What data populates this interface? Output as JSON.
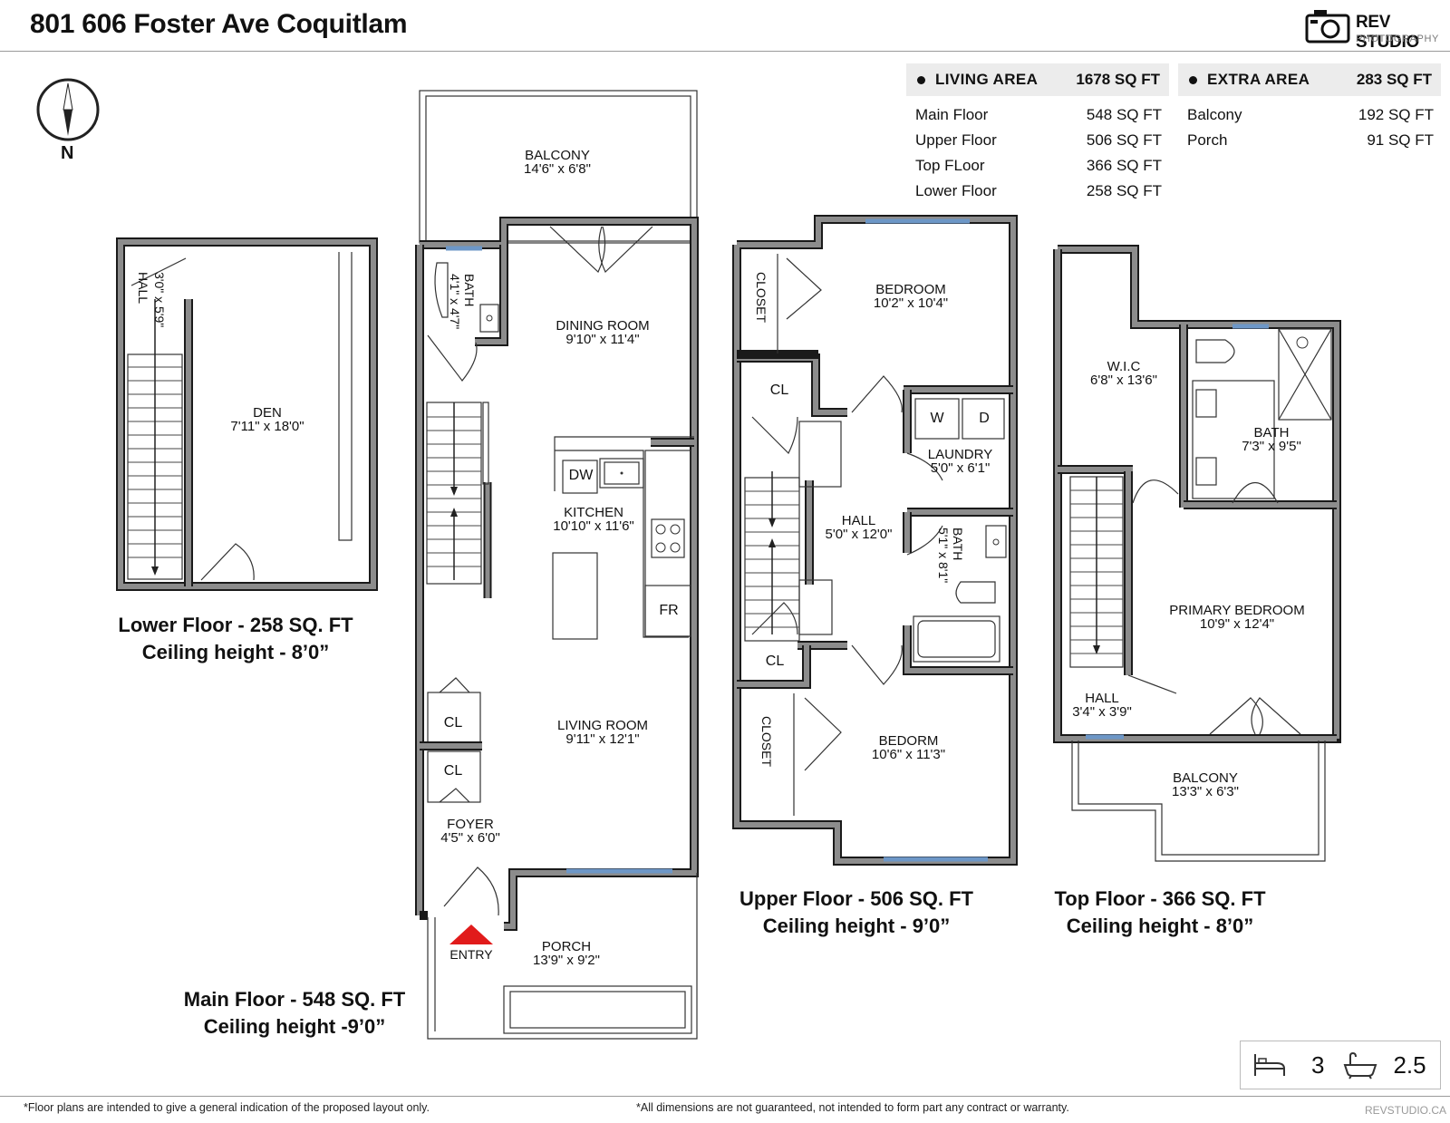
{
  "title": "801 606 Foster Ave Coquitlam",
  "logo": {
    "main": "REV STUDIO",
    "sub": "PHOTOGRAPHY"
  },
  "compass": {
    "label": "N"
  },
  "living_area": {
    "label": "LIVING AREA",
    "total": "1678 SQ FT",
    "rows": [
      {
        "name": "Main Floor",
        "value": "548 SQ FT"
      },
      {
        "name": "Upper Floor",
        "value": "506 SQ FT"
      },
      {
        "name": "Top FLoor",
        "value": "366 SQ FT"
      },
      {
        "name": "Lower Floor",
        "value": "258 SQ FT"
      }
    ]
  },
  "extra_area": {
    "label": "EXTRA AREA",
    "total": "283 SQ FT",
    "rows": [
      {
        "name": "Balcony",
        "value": "192 SQ FT"
      },
      {
        "name": "Porch",
        "value": "91 SQ FT"
      }
    ]
  },
  "lower_floor": {
    "caption": "Lower  Floor - 258 SQ. FT",
    "ceiling": "Ceiling height - 8’0”",
    "hall": {
      "name": "HALL",
      "dims": "3'0\" x 5'9\""
    },
    "den": {
      "name": "DEN",
      "dims": "7'11\" x 18'0\""
    }
  },
  "main_floor": {
    "caption": "Main Floor - 548 SQ. FT",
    "ceiling": "Ceiling height -9’0”",
    "balcony": {
      "name": "BALCONY",
      "dims": "14'6\" x 6'8\""
    },
    "bath": {
      "name": "BATH",
      "dims": "4'1\" x 4'7\""
    },
    "dining": {
      "name": "DINING ROOM",
      "dims": "9'10\" x 11'4\""
    },
    "kitchen": {
      "name": "KITCHEN",
      "dims": "10'10\" x 11'6\""
    },
    "dw": "DW",
    "fr": "FR",
    "living": {
      "name": "LIVING ROOM",
      "dims": "9'11\" x 12'1\""
    },
    "cl1": "CL",
    "cl2": "CL",
    "foyer": {
      "name": "FOYER",
      "dims": "4'5\" x 6'0\""
    },
    "entry": "ENTRY",
    "porch": {
      "name": "PORCH",
      "dims": "13'9\" x 9'2\""
    }
  },
  "upper_floor": {
    "caption": "Upper  Floor - 506 SQ. FT",
    "ceiling": "Ceiling height - 9’0”",
    "closet1": "CLOSET",
    "bedroom1": {
      "name": "BEDROOM",
      "dims": "10'2\" x 10'4\""
    },
    "cl1": "CL",
    "w": "W",
    "d": "D",
    "laundry": {
      "name": "LAUNDRY",
      "dims": "5'0\" x 6'1\""
    },
    "hall": {
      "name": "HALL",
      "dims": "5'0\" x 12'0\""
    },
    "bath": {
      "name": "BATH",
      "dims": "5'1\" x 8'1\""
    },
    "cl2": "CL",
    "closet2": "CLOSET",
    "bedroom2": {
      "name": "BEDORM",
      "dims": "10'6\" x 11'3\""
    }
  },
  "top_floor": {
    "caption": "Top Floor - 366 SQ. FT",
    "ceiling": "Ceiling height - 8’0”",
    "wic": {
      "name": "W.I.C",
      "dims": "6'8\" x 13'6\""
    },
    "bath": {
      "name": "BATH",
      "dims": "7'3\" x 9'5\""
    },
    "primary": {
      "name": "PRIMARY BEDROOM",
      "dims": "10'9\" x 12'4\""
    },
    "hall": {
      "name": "HALL",
      "dims": "3'4\" x 3'9\""
    },
    "balcony": {
      "name": "BALCONY",
      "dims": "13'3\" x 6'3\""
    }
  },
  "stats": {
    "beds": "3",
    "baths": "2.5"
  },
  "footer": {
    "left": "*Floor plans are intended to give a general indication of the proposed layout only.",
    "center": "*All dimensions are not guaranteed, not intended to form part any contract or warranty.",
    "right": "REVSTUDIO.CA"
  },
  "colors": {
    "wall": "#8c8c8c",
    "wall_outline": "#1a1a1a",
    "window": "#6d97c7",
    "entry_arrow": "#e11b1b"
  }
}
